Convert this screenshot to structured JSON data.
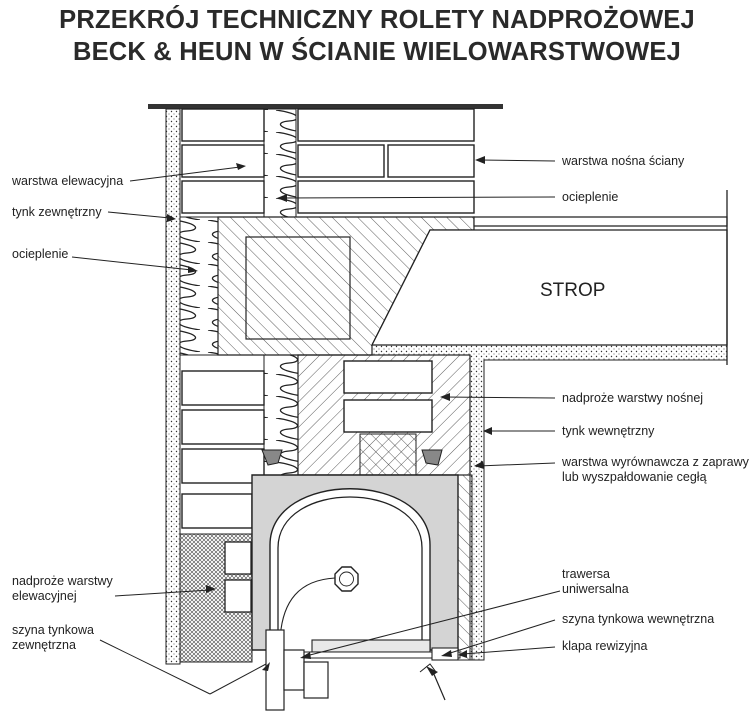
{
  "title": {
    "line1": "PRZEKRÓJ TECHNICZNY ROLETY NADPROŻOWEJ",
    "line2": "BECK & HEUN W ŚCIANIE WIELOWARSTWOWEJ"
  },
  "labels": {
    "warstwa_elewacyjna": "warstwa elewacyjna",
    "tynk_zewnetrzny": "tynk zewnętrzny",
    "ocieplenie_left": "ocieplenie",
    "warstwa_nosna": "warstwa nośna ściany",
    "ocieplenie_right": "ocieplenie",
    "strop": "STROP",
    "nadproze_nosnej": "nadproże warstwy nośnej",
    "tynk_wewnetrzny": "tynk wewnętrzny",
    "warstwa_wyrownawcza_1": "warstwa wyrównawcza z zaprawy",
    "warstwa_wyrownawcza_2": "lub wyszpałdowanie cegłą",
    "nadproze_elewacyjnej_1": "nadproże warstwy",
    "nadproze_elewacyjnej_2": "elewacyjnej",
    "szyna_zewnetrzna_1": "szyna tynkowa",
    "szyna_zewnetrzna_2": "zewnętrzna",
    "trawersa_1": "trawersa",
    "trawersa_2": "uniwersalna",
    "szyna_wewnetrzna": "szyna tynkowa wewnętrzna",
    "klapa": "klapa rewizyjna"
  }
}
